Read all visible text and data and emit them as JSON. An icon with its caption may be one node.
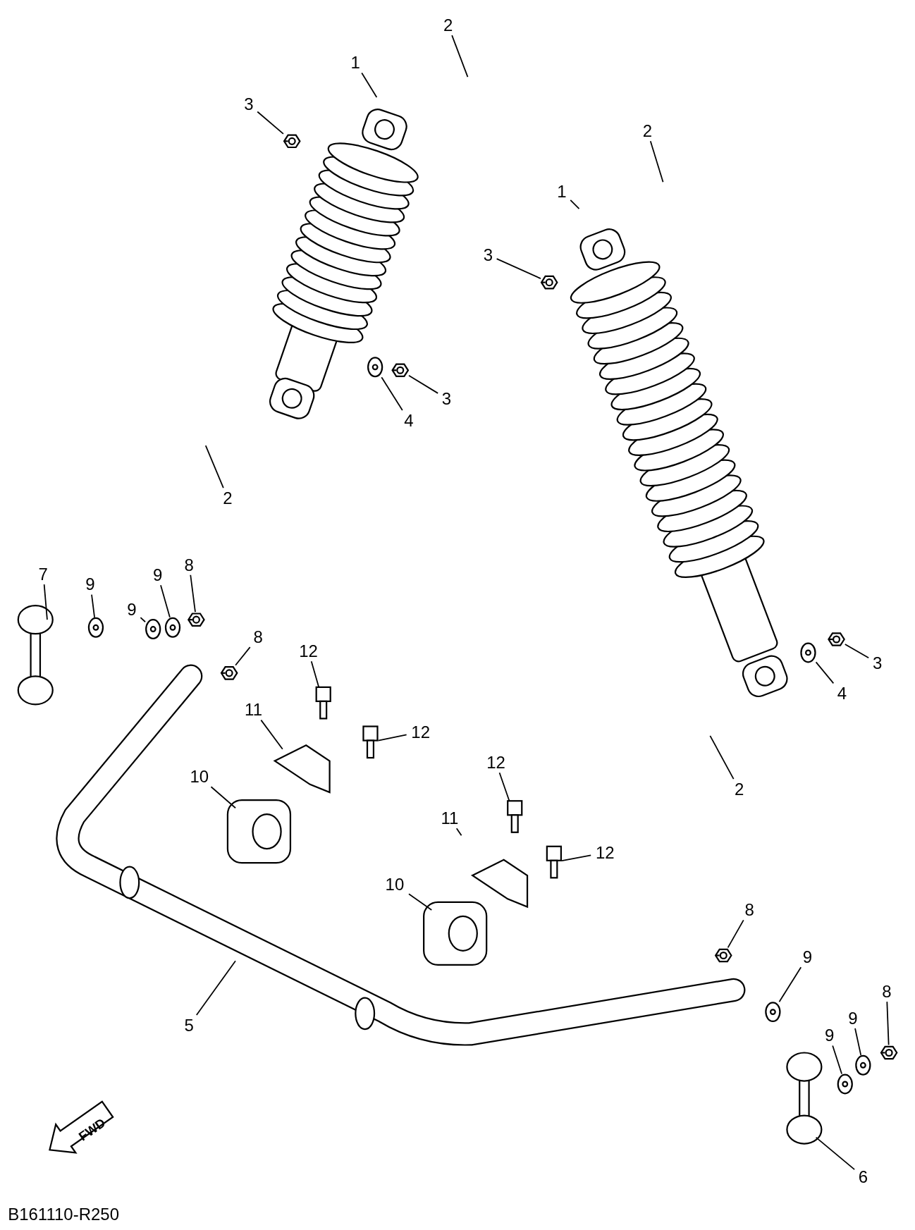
{
  "diagram": {
    "nodes": [
      {
        "text": [
          "1"
        ]
      },
      {
        "text": [
          "2"
        ]
      },
      {
        "text": [
          "3"
        ]
      },
      {
        "text": [
          "3"
        ]
      },
      {
        "text": [
          "4"
        ]
      },
      {
        "text": [
          "2"
        ]
      },
      {
        "text": [
          "2"
        ]
      },
      {
        "text": [
          "1"
        ]
      },
      {
        "text": [
          "3"
        ]
      },
      {
        "text": [
          "3"
        ]
      },
      {
        "text": [
          "4"
        ]
      },
      {
        "text": [
          "2"
        ]
      },
      {
        "text": [
          "7"
        ]
      },
      {
        "text": [
          "9"
        ]
      },
      {
        "text": [
          "9"
        ]
      },
      {
        "text": [
          "9"
        ]
      },
      {
        "text": [
          "8"
        ]
      },
      {
        "text": [
          "8"
        ]
      },
      {
        "text": [
          "12"
        ]
      },
      {
        "text": [
          "11"
        ]
      },
      {
        "text": [
          "12"
        ]
      },
      {
        "text": [
          "10"
        ]
      },
      {
        "text": [
          "12"
        ]
      },
      {
        "text": [
          "11"
        ]
      },
      {
        "text": [
          "12"
        ]
      },
      {
        "text": [
          "10"
        ]
      },
      {
        "text": [
          "8"
        ]
      },
      {
        "text": [
          "9"
        ]
      },
      {
        "text": [
          "5"
        ]
      },
      {
        "text": [
          "8"
        ]
      },
      {
        "text": [
          "9"
        ]
      },
      {
        "text": [
          "9"
        ]
      },
      {
        "text": [
          "6"
        ]
      },
      {
        "text": [],
        "shape": "picture"
      },
      {
        "text": [],
        "shape": "picture"
      },
      {
        "text": [],
        "shape": "picture"
      },
      {
        "text": [],
        "shape": "picture"
      },
      {
        "text": [],
        "shape": "picture"
      },
      {
        "text": [],
        "shape": "picture"
      },
      {
        "text": [],
        "shape": "picture"
      },
      {
        "text": [],
        "shape": "picture"
      },
      {
        "text": [],
        "shape": "picture"
      },
      {
        "text": [],
        "shape": "picture"
      },
      {
        "text": [],
        "shape": "picture"
      },
      {
        "text": [],
        "shape": "picture"
      },
      {
        "text": [],
        "shape": "picture"
      },
      {
        "text": [],
        "shape": "picture"
      },
      {
        "text": [],
        "shape": "picture"
      },
      {
        "text": [],
        "shape": "picture"
      },
      {
        "text": [],
        "shape": "picture"
      },
      {
        "text": [],
        "shape": "picture"
      },
      {
        "text": [],
        "shape": "picture"
      },
      {
        "text": [],
        "shape": "picture"
      }
    ],
    "edges": [
      {
        "from": 0,
        "to": null,
        "arrow": "none"
      },
      {
        "from": 1,
        "to": null,
        "arrow": "none"
      },
      {
        "from": 2,
        "to": 33,
        "arrow": "none"
      },
      {
        "from": 3,
        "to": 34,
        "arrow": "none"
      },
      {
        "from": 4,
        "to": 35,
        "arrow": "none"
      },
      {
        "from": 5,
        "to": null,
        "arrow": "none"
      },
      {
        "from": 6,
        "to": null,
        "arrow": "none"
      },
      {
        "from": 7,
        "to": null,
        "arrow": "none"
      },
      {
        "from": 8,
        "to": 36,
        "arrow": "none"
      },
      {
        "from": 9,
        "to": 37,
        "arrow": "none"
      },
      {
        "from": 10,
        "to": 38,
        "arrow": "none"
      },
      {
        "from": 11,
        "to": null,
        "arrow": "none"
      },
      {
        "from": 12,
        "to": null,
        "arrow": "none"
      },
      {
        "from": 13,
        "to": 39,
        "arrow": "none"
      },
      {
        "from": 14,
        "to": 40,
        "arrow": "none"
      },
      {
        "from": 15,
        "to": 41,
        "arrow": "none"
      },
      {
        "from": 16,
        "to": 42,
        "arrow": "none"
      },
      {
        "from": 17,
        "to": 43,
        "arrow": "none"
      },
      {
        "from": 18,
        "to": 44,
        "arrow": "none"
      },
      {
        "from": 19,
        "to": null,
        "arrow": "none"
      },
      {
        "from": 20,
        "to": 45,
        "arrow": "none"
      },
      {
        "from": 21,
        "to": null,
        "arrow": "none"
      },
      {
        "from": 22,
        "to": 46,
        "arrow": "none"
      },
      {
        "from": 23,
        "to": null,
        "arrow": "none"
      },
      {
        "from": 24,
        "to": 47,
        "arrow": "none"
      },
      {
        "from": 25,
        "to": null,
        "arrow": "none"
      },
      {
        "from": 26,
        "to": 48,
        "arrow": "none"
      },
      {
        "from": 27,
        "to": 49,
        "arrow": "none"
      },
      {
        "from": 28,
        "to": null,
        "arrow": "none"
      },
      {
        "from": 29,
        "to": 50,
        "arrow": "none"
      },
      {
        "from": 30,
        "to": 51,
        "arrow": "none"
      },
      {
        "from": 31,
        "to": 52,
        "arrow": "none"
      },
      {
        "from": 32,
        "to": null,
        "arrow": "none"
      }
    ],
    "labels": [
      "FWD",
      "B161110-R250"
    ]
  }
}
